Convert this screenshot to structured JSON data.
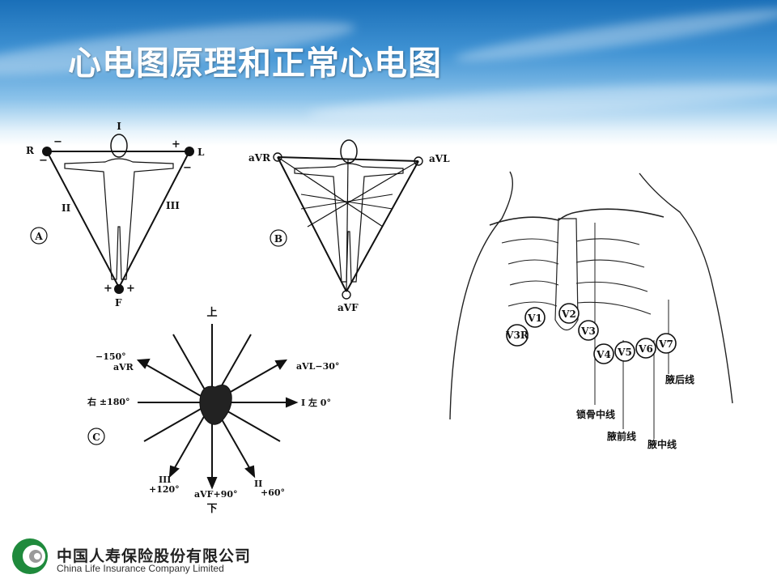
{
  "slide": {
    "title": "心电图原理和正常心电图"
  },
  "figA": {
    "panel": "A",
    "lead_i": "I",
    "lead_ii": "II",
    "lead_iii": "III",
    "right_arm": "R",
    "left_arm": "L",
    "foot": "F",
    "plus": "+",
    "minus": "−"
  },
  "figB": {
    "panel": "B",
    "avr": "aVR",
    "avl": "aVL",
    "avf": "aVF"
  },
  "figC": {
    "panel": "C",
    "top": "上",
    "bottom": "下",
    "minus150": "−150°",
    "avr": "aVR",
    "avl": "aVL−30°",
    "right180": "右 ±180°",
    "lead_i": "I  左 0°",
    "iii": "III",
    "plus120": "+120°",
    "avf90": "aVF+90°",
    "ii": "II",
    "plus60": "+60°"
  },
  "chest": {
    "v1": "V1",
    "v2": "V2",
    "v3": "V3",
    "v3r": "V3R",
    "v4": "V4",
    "v5": "V5",
    "v6": "V6",
    "v7": "V7",
    "clavicle_line": "锁骨中线",
    "anterior_axillary": "腋前线",
    "mid_axillary": "腋中线",
    "posterior_axillary": "腋后线"
  },
  "footer": {
    "company_cn": "中国人寿保险股份有限公司",
    "company_en": "China Life Insurance Company Limited"
  },
  "colors": {
    "header_top": "#1a6fb8",
    "logo_green": "#1f8a3c",
    "logo_gray": "#9a9a9a"
  }
}
